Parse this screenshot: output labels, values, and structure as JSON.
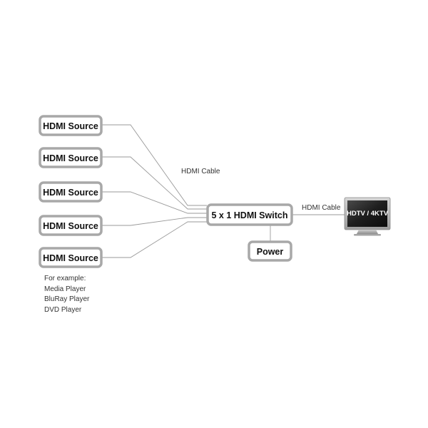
{
  "sources": [
    {
      "label": "HDMI Source"
    },
    {
      "label": "HDMI Source"
    },
    {
      "label": "HDMI Source"
    },
    {
      "label": "HDMI Source"
    },
    {
      "label": "HDMI Source"
    }
  ],
  "switch": {
    "label": "5 x 1 HDMI Switch"
  },
  "power": {
    "label": "Power"
  },
  "display": {
    "label": "HDTV / 4KTV"
  },
  "cables": {
    "input_label": "HDMI Cable",
    "output_label": "HDMI Cable"
  },
  "examples": {
    "heading": "For example:",
    "items": [
      "Media Player",
      "BluRay Player",
      "DVD Player"
    ]
  },
  "colors": {
    "box_border": "#a8a8a8",
    "line": "#9a9a9a",
    "tv_screen": "#2a2a2a"
  }
}
